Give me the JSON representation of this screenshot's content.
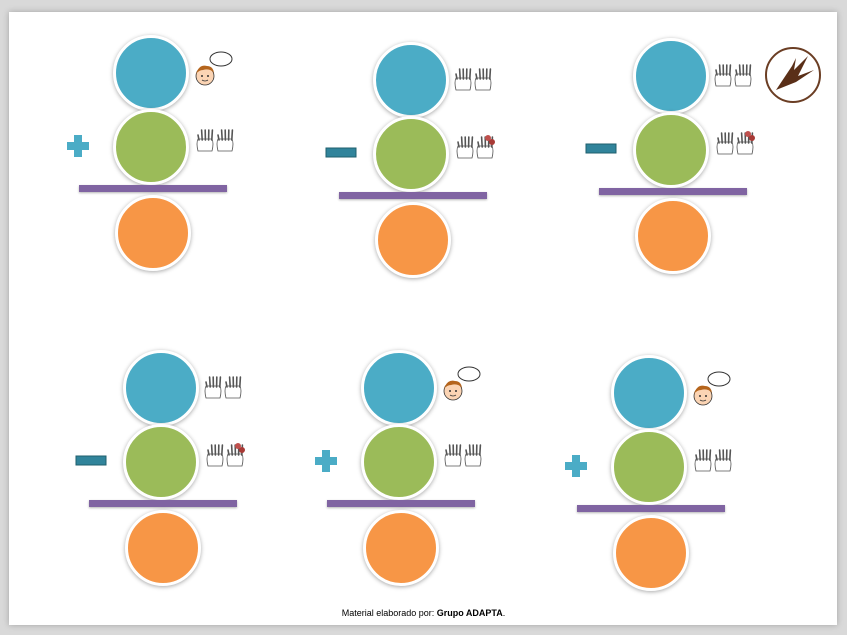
{
  "footer": {
    "prefix": "Material elaborado por: ",
    "author": "Grupo ADAPTA",
    "suffix": "."
  },
  "colors": {
    "top_circle": "#4bacc6",
    "middle_circle": "#9bbb59",
    "bottom_circle": "#f79646",
    "bar": "#8064a2",
    "plus_sign": "#4bacc6",
    "minus_sign": "#31849b"
  },
  "problems": [
    {
      "operation": "plus",
      "top_icon": "thinking-face-icon",
      "middle_icon": "ten-fingers-hands-icon"
    },
    {
      "operation": "minus",
      "top_icon": "ten-fingers-hands-icon",
      "middle_icon": "hands-with-fallen-fingers-icon"
    },
    {
      "operation": "minus",
      "top_icon": "ten-fingers-hands-icon",
      "middle_icon": "hands-with-fallen-fingers-icon"
    },
    {
      "operation": "minus",
      "top_icon": "ten-fingers-hands-icon",
      "middle_icon": "hands-with-fallen-fingers-icon"
    },
    {
      "operation": "plus",
      "top_icon": "thinking-face-icon",
      "middle_icon": "ten-fingers-hands-icon"
    },
    {
      "operation": "plus",
      "top_icon": "thinking-face-icon",
      "middle_icon": "ten-fingers-hands-icon"
    }
  ],
  "logo": {
    "icon": "adapta-logo-icon"
  }
}
